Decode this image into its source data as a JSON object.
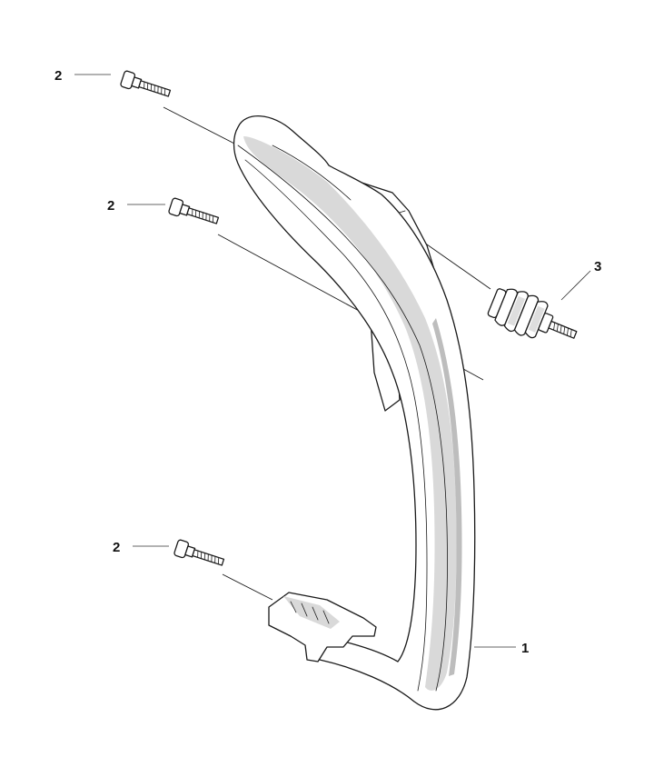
{
  "callouts": {
    "part_1": "1",
    "part_2_top": "2",
    "part_2_middle": "2",
    "part_2_bottom": "2",
    "part_3": "3"
  }
}
